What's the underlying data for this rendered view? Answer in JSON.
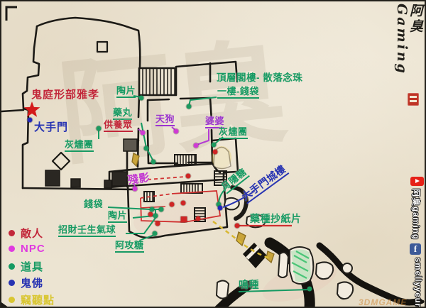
{
  "page": {
    "background": "#ece4d2",
    "ghost_watermark": "阿臭",
    "corner_watermark": "3DMGAME"
  },
  "branding": {
    "logo_text": "阿臭Gaming",
    "seal_color": "#bf3526"
  },
  "social": {
    "youtube": {
      "label": "阿臭gaming",
      "color": "#e62117"
    },
    "facebook": {
      "label": "smellyyeung",
      "icon_letter": "f",
      "color": "#3d5a98"
    }
  },
  "legend": {
    "items": [
      {
        "label": "敵人",
        "color": "#c2273a"
      },
      {
        "label": "NPC",
        "color": "#e03ae0"
      },
      {
        "label": "道具",
        "color": "#169a63"
      },
      {
        "label": "鬼佛",
        "color": "#2733b2"
      },
      {
        "label": "竊聽點",
        "color": "#d9c631"
      }
    ]
  },
  "map": {
    "boss": {
      "name": "鬼庭形部雅孝",
      "star_color": "#d41a1a"
    },
    "labels": [
      {
        "text": "鬼庭形部雅孝",
        "color": "#c2273a"
      },
      {
        "text": "大手門",
        "color": "#2733b2"
      },
      {
        "text": "灰燼團",
        "color": "#169a63"
      },
      {
        "text": "陶片",
        "color": "#169a63"
      },
      {
        "text": "藥丸",
        "color": "#169a63"
      },
      {
        "text": "供養眾",
        "color": "#c2273a"
      },
      {
        "text": "天狗",
        "color": "#9b34cf"
      },
      {
        "text": "婆婆",
        "color": "#9b34cf"
      },
      {
        "text": "頂層閣樓- 散落念珠",
        "color": "#169a63"
      },
      {
        "text": "一樓-錢袋",
        "color": "#169a63"
      },
      {
        "text": "灰燼團",
        "color": "#169a63"
      },
      {
        "text": "殘影",
        "color": "#c238d2"
      },
      {
        "text": "錢袋",
        "color": "#169a63"
      },
      {
        "text": "陶片",
        "color": "#169a63"
      },
      {
        "text": "招財壬生氣球",
        "color": "#169a63"
      },
      {
        "text": "阿攻糖",
        "color": "#169a63"
      },
      {
        "text": "月隱糖",
        "color": "#169a63"
      },
      {
        "text": "大手門城樓",
        "color": "#2733b2"
      },
      {
        "text": "藥種抄紙片",
        "color": "#169a63"
      },
      {
        "text": "鳴種",
        "color": "#169a63"
      }
    ],
    "markers": {
      "enemy": {
        "color": "#cf2626",
        "points": [
          [
            263,
            246
          ],
          [
            301,
            212
          ],
          [
            240,
            286
          ],
          [
            256,
            284
          ],
          [
            210,
            300
          ],
          [
            220,
            313
          ],
          [
            277,
            306
          ],
          [
            332,
            316
          ]
        ]
      },
      "enemy-post": {
        "color": "#cf2626",
        "shape": "square",
        "points": [
          [
            257,
            307
          ]
        ]
      },
      "npc": {
        "color": "#cf3ad4",
        "points": [
          [
            199,
            185
          ],
          [
            246,
            183
          ],
          [
            274,
            203
          ],
          [
            188,
            264
          ]
        ]
      },
      "item": {
        "color": "#1d9a5f",
        "points": [
          [
            197,
            136
          ],
          [
            137,
            179
          ],
          [
            264,
            148
          ],
          [
            299,
            202
          ],
          [
            204,
            207
          ],
          [
            214,
            226
          ],
          [
            306,
            286
          ],
          [
            212,
            293
          ],
          [
            225,
            293
          ],
          [
            217,
            302
          ],
          [
            216,
            327
          ],
          [
            434,
            405
          ]
        ]
      },
      "buddha": {
        "color": "#2428b8",
        "points": [
          [
            40,
            167
          ],
          [
            308,
            291
          ]
        ]
      }
    }
  }
}
